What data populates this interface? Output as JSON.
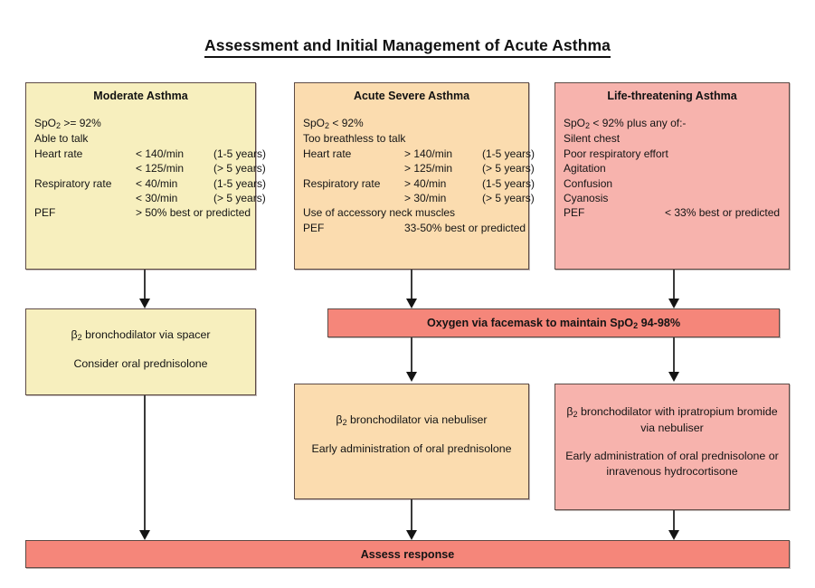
{
  "page": {
    "title": "Assessment and Initial Management of Acute Asthma"
  },
  "colors": {
    "moderate": "#f7efbe",
    "severe": "#fbdcaf",
    "life_threatening": "#f7b3ad",
    "action_bar": "#f5867a",
    "border": "#5d4b46",
    "text": "#141414",
    "background": "#ffffff"
  },
  "columns": {
    "moderate": {
      "heading": "Moderate Asthma",
      "criteria": [
        {
          "label": "SpO",
          "sub": "2",
          "label_tail": " >= 92%",
          "value": "",
          "note": ""
        },
        {
          "label": "Able to talk",
          "value": "",
          "note": ""
        },
        {
          "label": "Heart rate",
          "value": "< 140/min",
          "note": "(1-5 years)"
        },
        {
          "label": "",
          "value": "< 125/min",
          "note": "(> 5 years)"
        },
        {
          "label": "Respiratory rate",
          "value": "< 40/min",
          "note": "(1-5 years)"
        },
        {
          "label": "",
          "value": "< 30/min",
          "note": "(> 5 years)"
        },
        {
          "label": "PEF",
          "value": "> 50% best or predicted",
          "note": ""
        }
      ],
      "treatment": {
        "line1_pre": "β",
        "line1_sub": "2",
        "line1_post": " bronchodilator via spacer",
        "line2": "Consider oral prednisolone"
      }
    },
    "severe": {
      "heading": "Acute Severe Asthma",
      "criteria": [
        {
          "label": "SpO",
          "sub": "2",
          "label_tail": " < 92%",
          "value": "",
          "note": ""
        },
        {
          "label": "Too breathless to talk",
          "value": "",
          "note": ""
        },
        {
          "label": "Heart rate",
          "value": "> 140/min",
          "note": "(1-5 years)"
        },
        {
          "label": "",
          "value": "> 125/min",
          "note": "(> 5 years)"
        },
        {
          "label": "Respiratory rate",
          "value": "> 40/min",
          "note": "(1-5 years)"
        },
        {
          "label": "",
          "value": "> 30/min",
          "note": "(> 5 years)"
        },
        {
          "label": "Use of accessory neck muscles",
          "value": "",
          "note": ""
        },
        {
          "label": "PEF",
          "value": "33-50% best or predicted",
          "note": ""
        }
      ],
      "treatment": {
        "line1_pre": "β",
        "line1_sub": "2",
        "line1_post": " bronchodilator via nebuliser",
        "line2": "Early administration of oral prednisolone"
      }
    },
    "life_threatening": {
      "heading": "Life-threatening Asthma",
      "criteria": [
        {
          "label": "SpO",
          "sub": "2",
          "label_tail": " < 92% plus any of:-",
          "value": "",
          "note": ""
        },
        {
          "label": "Silent chest",
          "value": "",
          "note": ""
        },
        {
          "label": "Poor respiratory effort",
          "value": "",
          "note": ""
        },
        {
          "label": "Agitation",
          "value": "",
          "note": ""
        },
        {
          "label": "Confusion",
          "value": "",
          "note": ""
        },
        {
          "label": "Cyanosis",
          "value": "",
          "note": ""
        },
        {
          "label": "PEF",
          "value": "< 33% best or predicted",
          "note": ""
        }
      ],
      "treatment": {
        "line1_pre": "β",
        "line1_sub": "2",
        "line1_post": " bronchodilator with ipratropium bromide",
        "line1b": "via nebuliser",
        "line2": "Early administration of oral prednisolone or",
        "line2b": "inravenous hydrocortisone"
      }
    }
  },
  "oxygen_bar": {
    "text_pre": "Oxygen via facemask to maintain SpO",
    "text_sub": "2",
    "text_post": " 94-98%"
  },
  "assess_bar": {
    "label": "Assess response"
  }
}
